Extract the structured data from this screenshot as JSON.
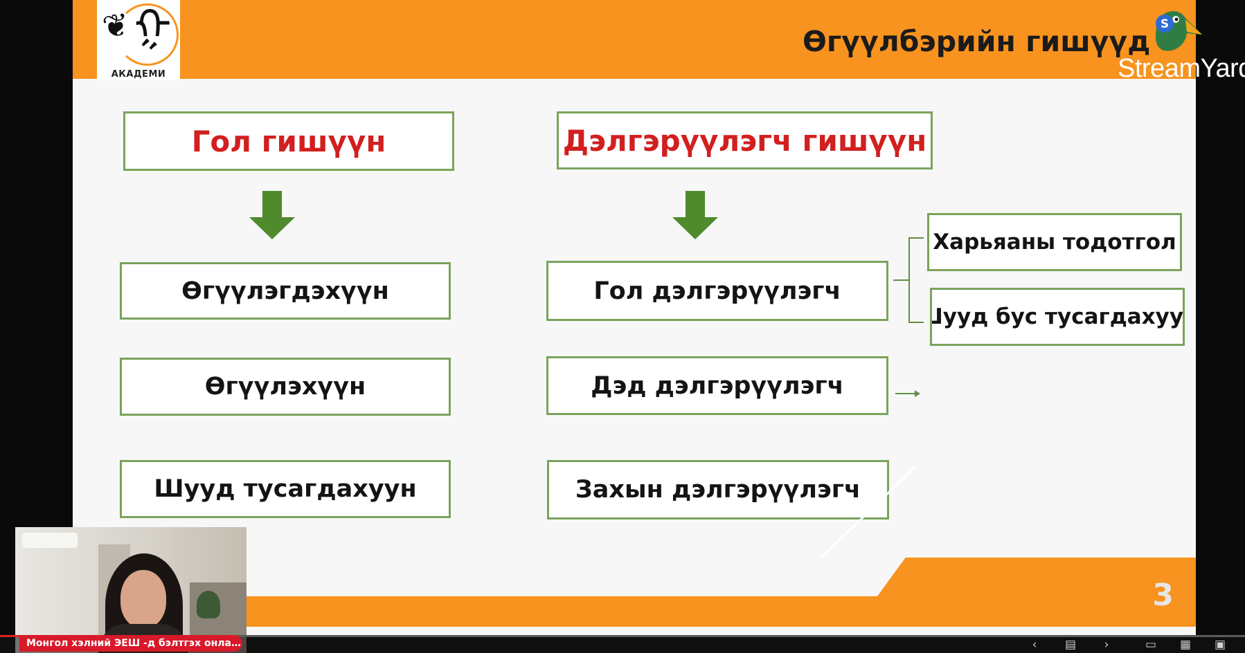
{
  "slide": {
    "title": "Өгүүлбэрийн гишүүд",
    "page_number": "3",
    "logo_text": "АКАДЕМИ",
    "left_column": {
      "header": "Гол гишүүн",
      "items": [
        "Өгүүлэгдэхүүн",
        "Өгүүлэхүүн",
        "Шууд тусагдахуун"
      ]
    },
    "right_column": {
      "header": "Дэлгэрүүлэгч  гишүүн",
      "items": [
        "Гол дэлгэрүүлэгч",
        "Дэд дэлгэрүүлэгч",
        "Захын дэлгэрүүлэгч"
      ],
      "sub_items": [
        "Харьяаны тодотгол",
        "Шууд бус тусагдахуун"
      ]
    },
    "colors": {
      "accent": "#f7931e",
      "box_border": "#7aa35b",
      "arrow": "#4f8a2c",
      "header_text": "#d21f1f"
    }
  },
  "overlay": {
    "brand": "StreamYard",
    "name_tag": "Монгол хэлний ЭЕШ -д бэлтгэх онлай..."
  },
  "player": {
    "progress": 0.15,
    "icons": [
      "prev-icon",
      "slide-list-icon",
      "next-icon",
      "single-view-icon",
      "grid-view-icon",
      "layout-icon"
    ]
  }
}
